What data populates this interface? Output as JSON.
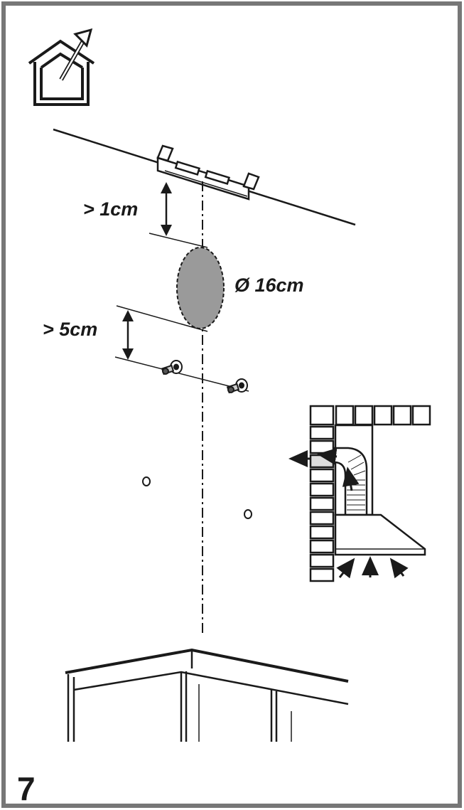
{
  "figure": {
    "step_number": "7",
    "dimensions": {
      "bracket_gap": "> 1cm",
      "duct_diameter": "Ø 16cm",
      "screw_gap": "> 5cm"
    }
  },
  "icons": {
    "header": "external-vent-house-icon",
    "inset": "hood-exhaust-through-wall-icon"
  },
  "colors": {
    "frame": "#777777",
    "ink": "#1a1a1a",
    "duct_fill": "#9a9a9a"
  }
}
